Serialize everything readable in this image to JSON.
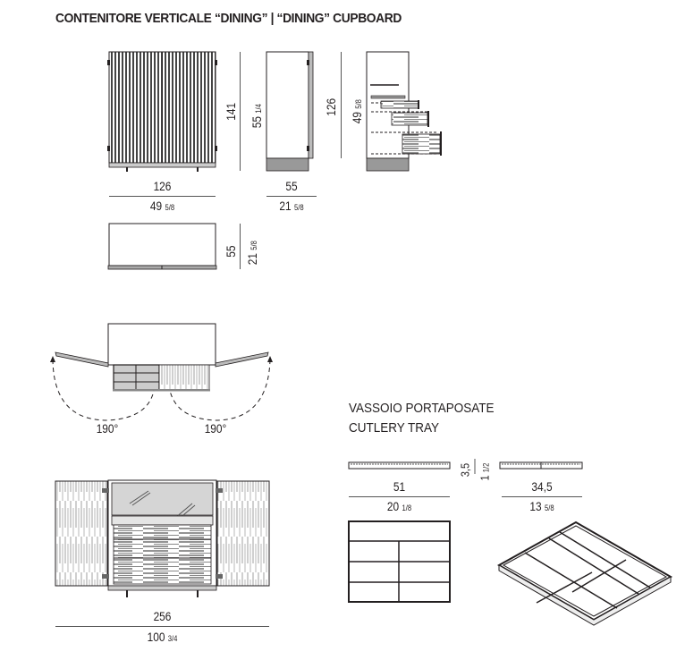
{
  "title": "CONTENITORE VERTICALE “DINING” | “DINING” CUPBOARD",
  "front_view": {
    "width_cm": "126",
    "width_in": "49",
    "width_in_frac": "5/8",
    "height_cm": "141",
    "height_in": "55",
    "height_in_frac": "1/4"
  },
  "side_view": {
    "depth_cm": "55",
    "depth_in": "21",
    "depth_in_frac": "5/8",
    "height_cm": "126",
    "height_in": "49",
    "height_in_frac": "5/8"
  },
  "top_view": {
    "depth_cm": "55",
    "depth_in": "21",
    "depth_in_frac": "5/8"
  },
  "plan_view": {
    "left_angle": "190°",
    "right_angle": "190°"
  },
  "open_view": {
    "width_cm": "256",
    "width_in": "100",
    "width_in_frac": "3/4"
  },
  "cutlery_tray": {
    "title_it": "VASSOIO PORTAPOSATE",
    "title_en": "CUTLERY TRAY",
    "height_cm": "3,5",
    "height_in": "1",
    "height_in_frac": "1/2",
    "width_cm": "51",
    "width_in": "20",
    "width_in_frac": "1/8",
    "depth_cm": "34,5",
    "depth_in": "13",
    "depth_in_frac": "5/8"
  },
  "colors": {
    "line": "#231f20",
    "fill_gray": "#bdbdbd",
    "dim_line": "#555555"
  }
}
